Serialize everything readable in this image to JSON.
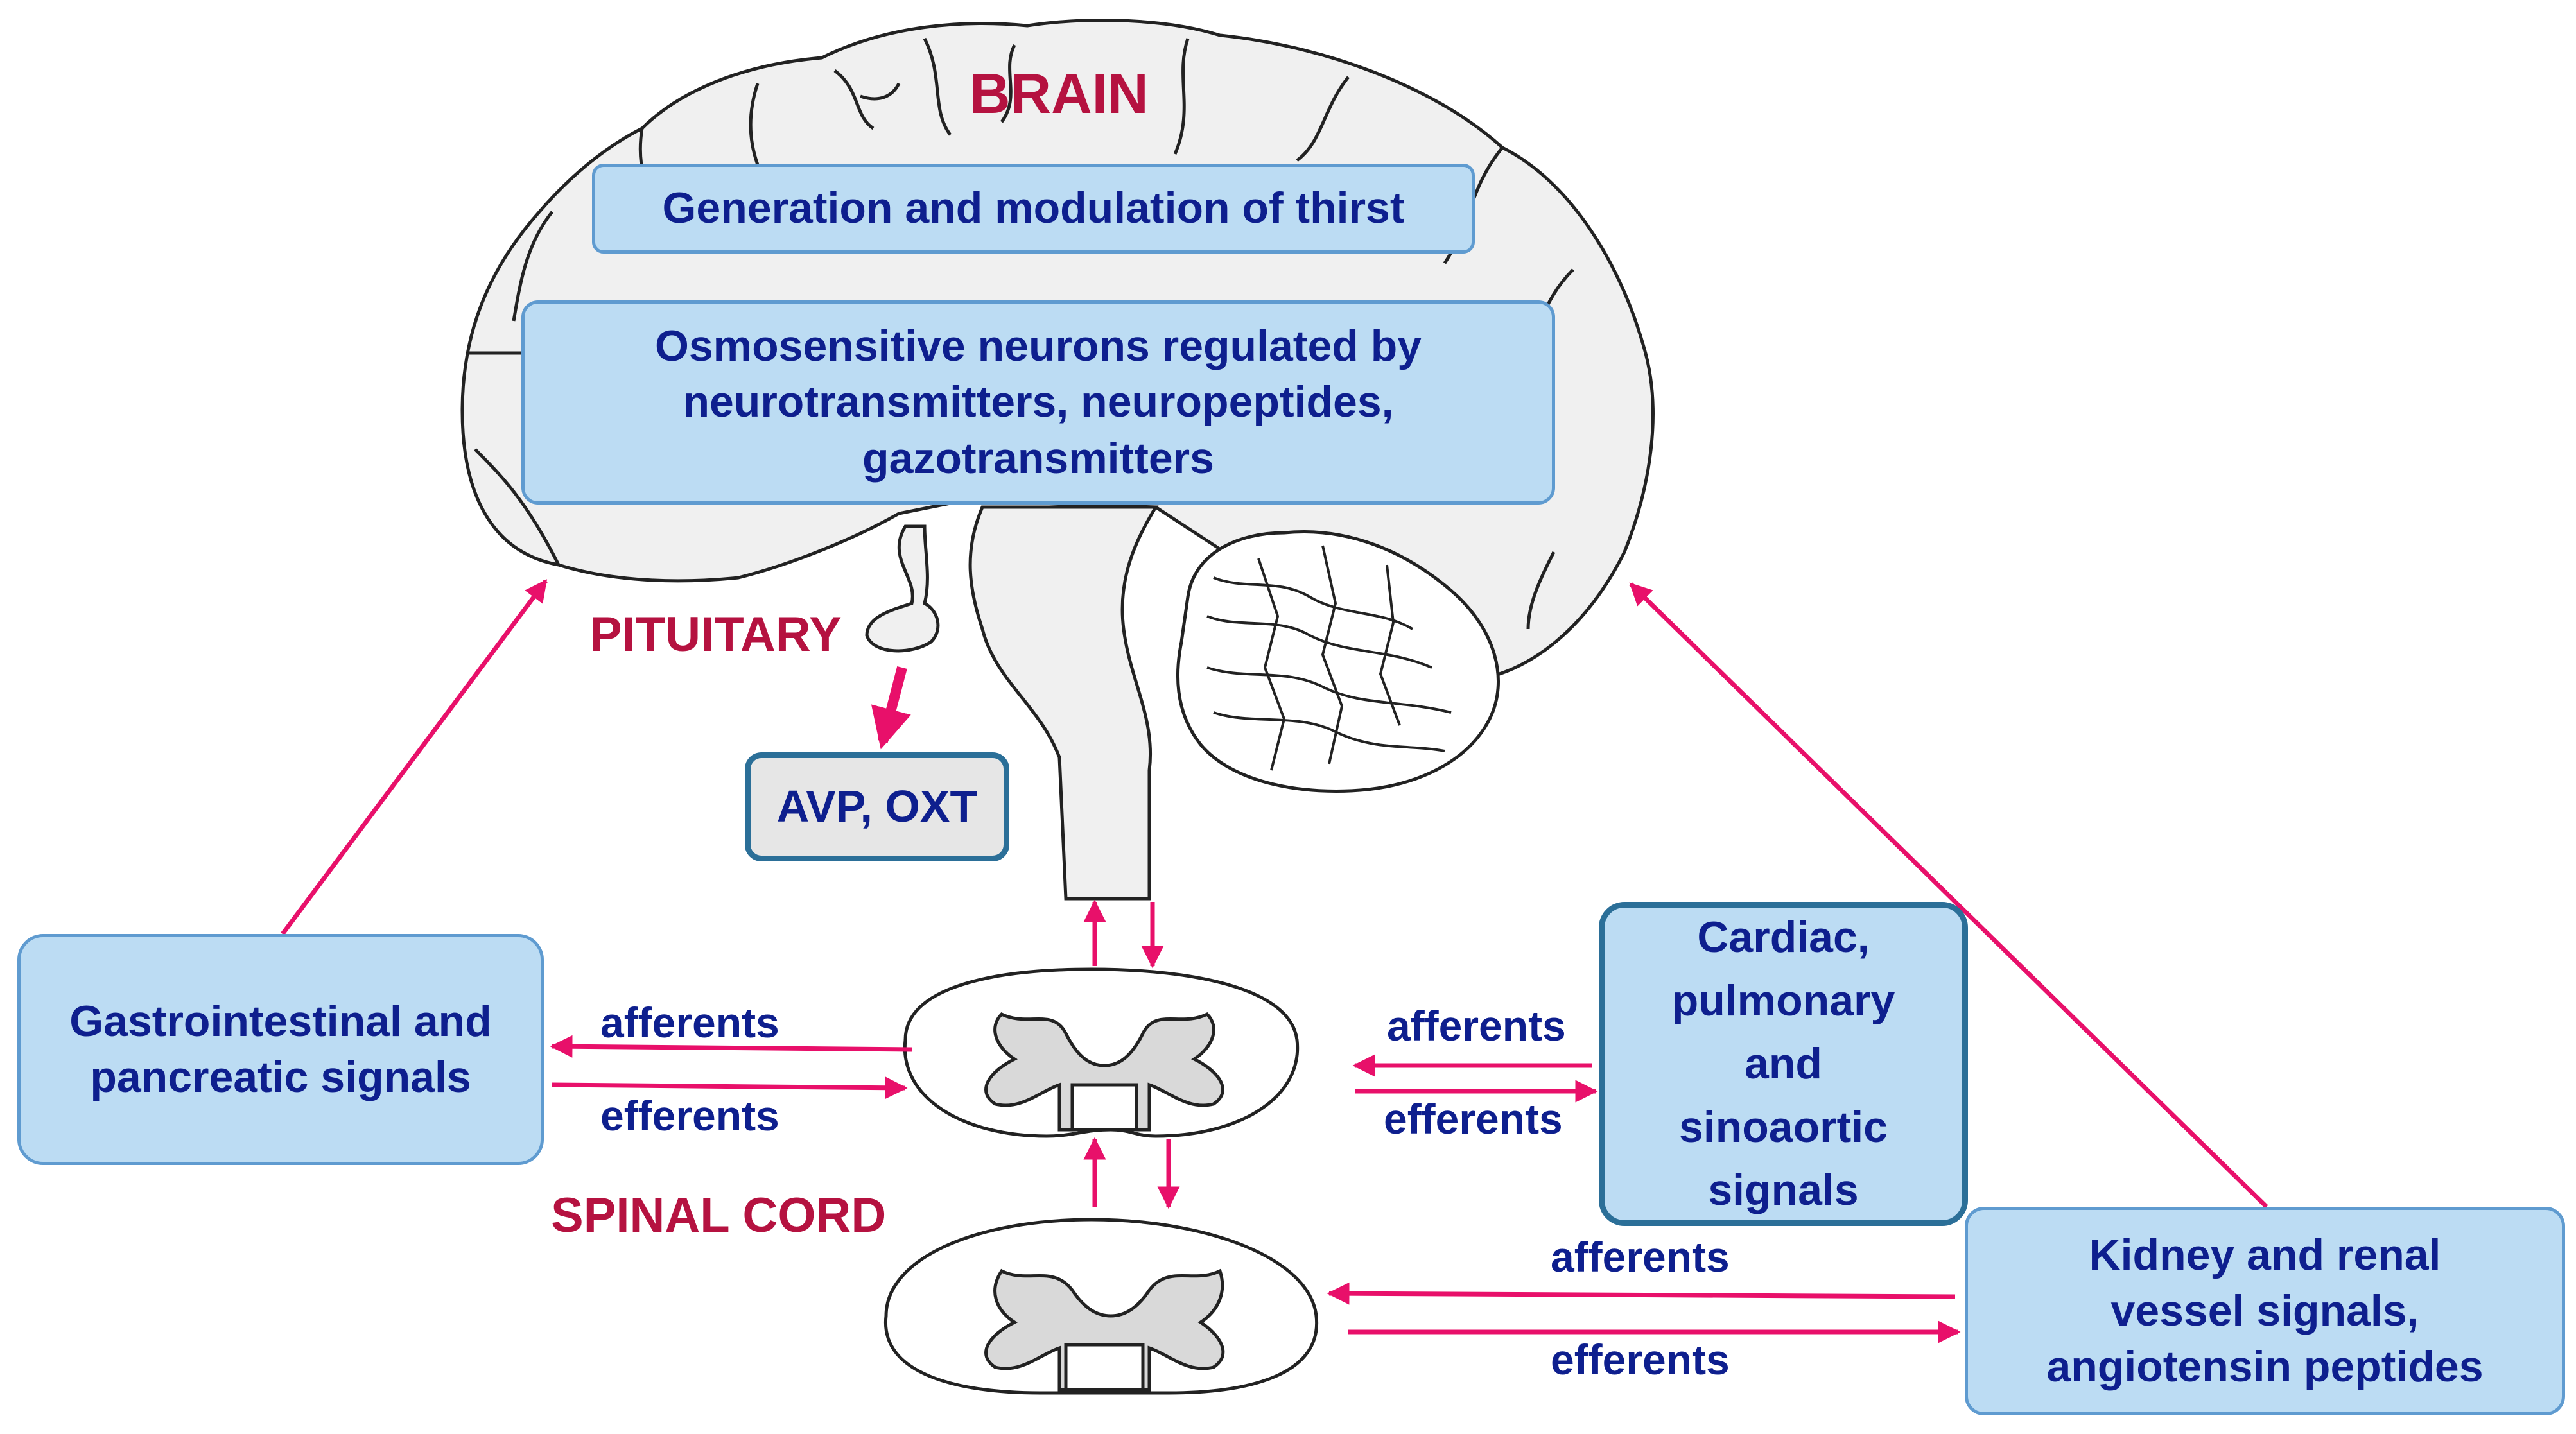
{
  "labels": {
    "brain": "BRAIN",
    "pituitary": "PITUITARY",
    "spinal_cord": "SPINAL CORD"
  },
  "boxes": {
    "thirst": "Generation and modulation of thirst",
    "osmo_line1": "Osmosensitive neurons regulated by",
    "osmo_line2": "neurotransmitters, neuropeptides,",
    "osmo_line3": "gazotransmitters",
    "avp": "AVP, OXT",
    "gi_line1": "Gastrointestinal and",
    "gi_line2": "pancreatic signals",
    "cardiac_line1": "Cardiac,",
    "cardiac_line2": "pulmonary",
    "cardiac_line3": "and",
    "cardiac_line4": "sinoaortic",
    "cardiac_line5": "signals",
    "kidney_line1": "Kidney and renal",
    "kidney_line2": "vessel signals,",
    "kidney_line3": "angiotensin peptides"
  },
  "flow": {
    "left_afferents": "afferents",
    "left_efferents": "efferents",
    "mid_afferents": "afferents",
    "mid_efferents": "efferents",
    "low_afferents": "afferents",
    "low_efferents": "efferents"
  },
  "colors": {
    "box_fill": "#bcdcf3",
    "box_border": "#5f9bd0",
    "box_text": "#0e1f8e",
    "title_red": "#b51240",
    "arrow_pink": "#e8106a",
    "brain_fill": "#f0f0f0"
  }
}
